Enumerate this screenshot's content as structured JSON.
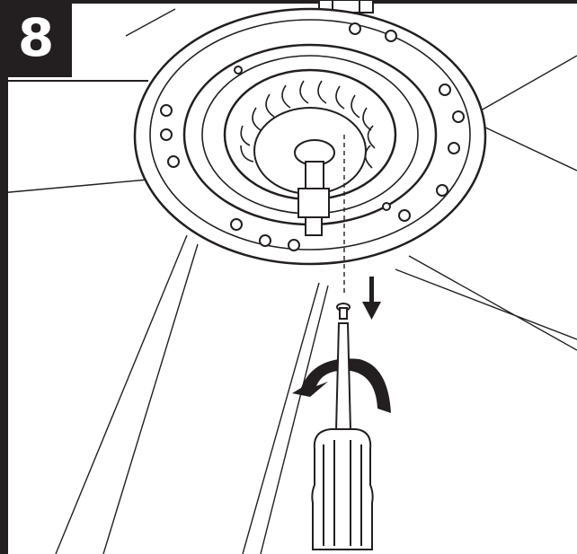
{
  "step": {
    "number": "8"
  },
  "figure": {
    "icons": [
      "ceiling-fan-motor-housing",
      "screw",
      "screwdriver",
      "rotation-arrow",
      "down-arrow"
    ]
  }
}
